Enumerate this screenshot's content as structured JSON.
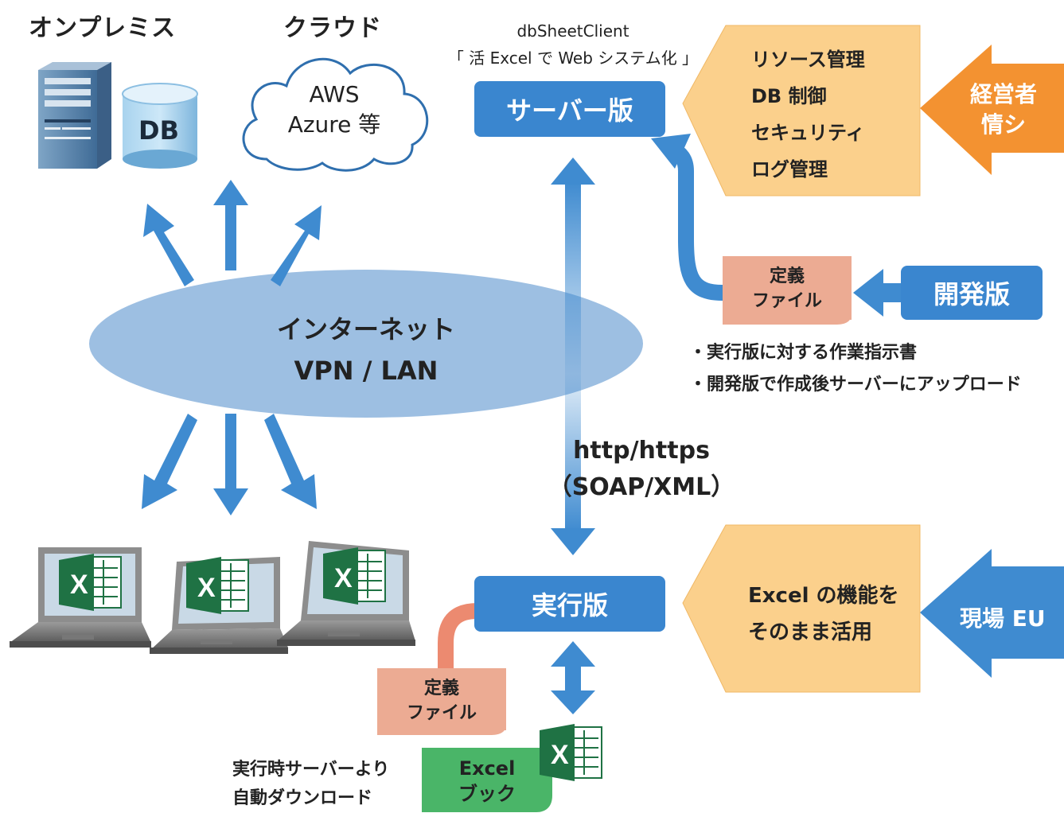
{
  "heads": {
    "onprem": "オンプレミス",
    "cloud": "クラウド"
  },
  "db_label": "DB",
  "cloud_lines": [
    "AWS",
    "Azure 等"
  ],
  "product": {
    "name": "dbSheetClient",
    "tagline": "「 活 Excel で Web システム化 」"
  },
  "server_box": "サーバー版",
  "server_features": [
    "リソース管理",
    "DB 制御",
    "セキュリティ",
    "ログ管理"
  ],
  "management": [
    "経営者",
    "情シ"
  ],
  "definition_file": [
    "定義",
    "ファイル"
  ],
  "dev_box": "開発版",
  "dev_notes": [
    "・実行版に対する作業指示書",
    "・開発版で作成後サーバーにアップロード"
  ],
  "network": [
    "インターネット",
    "VPN / LAN"
  ],
  "protocol": [
    "http/https",
    "（SOAP/XML）"
  ],
  "runtime_box": "実行版",
  "excel_features": [
    "Excel の機能を",
    "そのまま活用"
  ],
  "field_user": "現場 EU",
  "excel_book": [
    "Excel",
    "ブック"
  ],
  "auto_download": [
    "実行時サーバーより",
    "自動ダウンロード"
  ],
  "excel_icon_letter": "X",
  "colors": {
    "blue": "#3a86cf",
    "arrow_blue": "#3f8bd0",
    "orange_panel": "#fbd08c",
    "orange_arrow": "#f39231",
    "pink": "#ecab93",
    "green": "#4ab568",
    "excel_green": "#1f7244",
    "network_ellipse": "#9dbfe2"
  }
}
